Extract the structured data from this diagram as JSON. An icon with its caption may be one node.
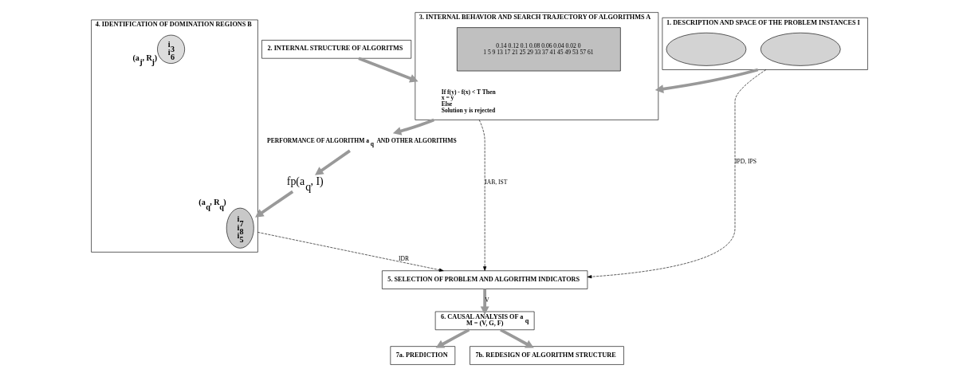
{
  "diagram": {
    "nodes": [
      {
        "text": [
          "2. INTERNAL STRUCTURE OF ALGORITMS"
        ]
      },
      {
        "text": [
          "1. DESCRIPTION AND SPACE OF THE PROBLEM INSTANCES I"
        ]
      },
      {
        "text": [],
        "shape": "ellipse",
        "in": 1
      },
      {
        "text": [],
        "shape": "ellipse",
        "in": 1
      },
      {
        "text": [
          "3. INTERNAL BEHAVIOR AND SEARCH TRAJECTORY OF ALGORITHMS A"
        ]
      },
      {
        "text": [
          "If f(y) - f(x) < T Then",
          "x = y",
          "Else",
          "Solution y is rejected"
        ],
        "in": 4
      },
      {
        "text": [
          "0.14 0.12 0.1 0.08 0.06 0.04 0.02 0",
          "1 5 9 13 17 21 25 29 33 37 41 45 49 53 57 61"
        ],
        "in": 4
      },
      {
        "text": [
          "PERFORMANCE OF ALGORITHM a$_{q}$ AND OTHER ALGORITHMS"
        ]
      },
      {
        "text": [
          "fp(a$_{q}$, I)"
        ]
      },
      {
        "text": [
          "4. IDENTIFICATION OF DOMINATION REGIONS B"
        ]
      },
      {
        "text": [
          "i$_{7}$",
          "i$_{8}$",
          "i$_{5}$"
        ],
        "in": 9,
        "beside": [
          "(a$_{q}$, R$_{q}$)"
        ]
      },
      {
        "text": [
          "i$_{3}$",
          "i$_{6}$"
        ],
        "in": 9,
        "beside": [
          "(a$_{j}$, R$_{j}$)"
        ]
      },
      {
        "text": [
          "5. SELECTION OF PROBLEM AND ALGORITHM INDICATORS"
        ]
      },
      {
        "text": [
          "6. CAUSAL ANALYSIS OF a$_{q}$",
          "M = (V, G, F)"
        ]
      },
      {
        "text": [
          "7a. PREDICTION"
        ]
      },
      {
        "text": [
          "7b. REDESIGN OF ALGORITHM STRUCTURE"
        ]
      }
    ],
    "edges": [
      {
        "from": 0,
        "to": 4,
        "arrow": "to"
      },
      {
        "from": 1,
        "to": 4,
        "arrow": "to"
      },
      {
        "from": 4,
        "to": 7,
        "arrow": "to"
      },
      {
        "from": 7,
        "to": 8,
        "arrow": "to"
      },
      {
        "from": 8,
        "to": 9,
        "arrow": "to"
      },
      {
        "from": 1,
        "to": 12,
        "arrow": "to",
        "label": "IPD, IPS",
        "style": "dashed",
        "color": "#000000"
      },
      {
        "from": 4,
        "to": 12,
        "arrow": "to",
        "label": "IAB, IST",
        "style": "dashed",
        "color": "#000000"
      },
      {
        "from": 9,
        "to": 12,
        "arrow": "to",
        "label": "IDR",
        "style": "dashed",
        "color": "#000000"
      },
      {
        "from": 12,
        "to": 13,
        "arrow": "to",
        "label": "V"
      },
      {
        "from": 13,
        "to": 14,
        "arrow": "to"
      },
      {
        "from": 13,
        "to": 15,
        "arrow": "to"
      }
    ]
  }
}
